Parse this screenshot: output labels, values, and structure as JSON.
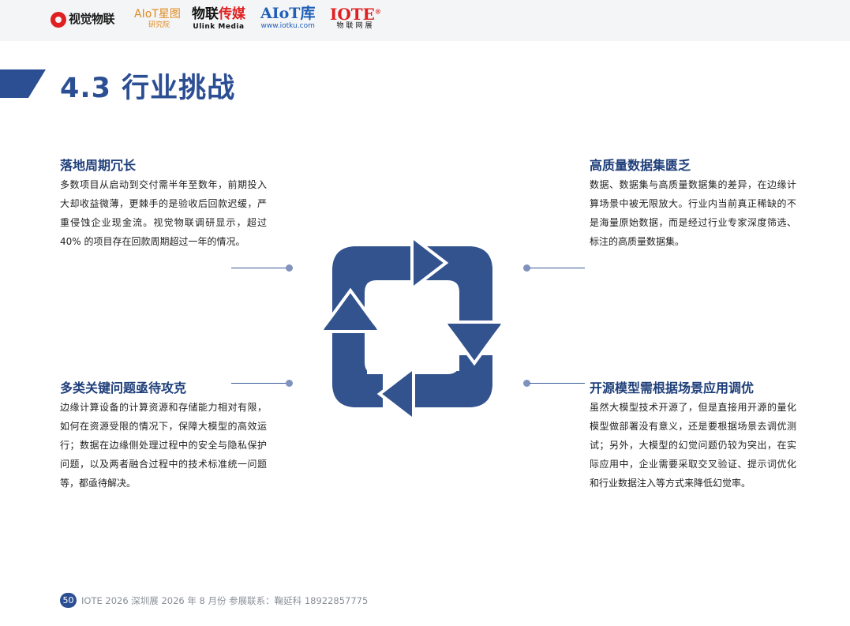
{
  "header": {
    "logos": {
      "sjwl": "视觉物联",
      "aiot_main": "AIoT星图",
      "aiot_sub": "研究院",
      "ulink_main_black": "物联",
      "ulink_main_red": "传媒",
      "ulink_sub": "Ulink Media",
      "aintku_main": "AIoT库",
      "aintku_sub": "www.iotku.com",
      "iote_main": "IOTE",
      "iote_reg": "®",
      "iote_sub": "物联网展"
    }
  },
  "page_title": "4.3 行业挑战",
  "sections": {
    "top_left": {
      "heading": "落地周期冗长",
      "body": "多数项目从启动到交付需半年至数年，前期投入大却收益微薄，更棘手的是验收后回款迟缓，严重侵蚀企业现金流。视觉物联调研显示，超过 40% 的项目存在回款周期超过一年的情况。"
    },
    "top_right": {
      "heading": "高质量数据集匮乏",
      "body": "数据、数据集与高质量数据集的差异，在边缘计算场景中被无限放大。行业内当前真正稀缺的不是海量原始数据，而是经过行业专家深度筛选、标注的高质量数据集。"
    },
    "bottom_left": {
      "heading": "多类关键问题亟待攻克",
      "body": "边缘计算设备的计算资源和存储能力相对有限，如何在资源受限的情况下，保障大模型的高效运行；数据在边缘侧处理过程中的安全与隐私保护问题，以及两者融合过程中的技术标准统一问题等，都亟待解决。"
    },
    "bottom_right": {
      "heading": "开源模型需根据场景应用调优",
      "body": "虽然大模型技术开源了，但是直接用开源的量化模型做部署没有意义，还是要根据场景去调优测试；另外，大模型的幻觉问题仍较为突出，在实际应用中，企业需要采取交叉验证、提示词优化和行业数据注入等方式来降低幻觉率。"
    }
  },
  "footer": {
    "page_number": "50",
    "text": "IOTE 2026 深圳展 2026 年 8 月份  参展联系：鞠延科 18922857775"
  },
  "colors": {
    "primary": "#2c4f93",
    "cycle_fill": "#33538f",
    "heading": "#1f3f7a",
    "footer_text": "#8a8f98"
  },
  "icons": {
    "center": "cycle-arrows-icon"
  }
}
